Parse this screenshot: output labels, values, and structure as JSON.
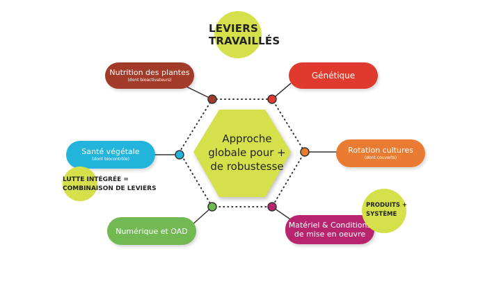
{
  "title": "LEVIERS\nTRAVAILLÉS",
  "center": "Approche\nglobale pour +\nde robustesse",
  "levers": {
    "nutrition": {
      "label": "Nutrition des plantes",
      "sub": "(dont bioactivateurs)",
      "color": "#a23b2a"
    },
    "genetique": {
      "label": "Génétique",
      "sub": "",
      "color": "#e03a2e"
    },
    "sante": {
      "label": "Santé végétale",
      "sub": "(dont biocontrôle)",
      "color": "#23b4dc"
    },
    "rotation": {
      "label": "Rotation cultures",
      "sub": "(dont couverts)",
      "color": "#e97c32"
    },
    "numerique": {
      "label": "Numérique et OAD",
      "sub": "",
      "color": "#72b954"
    },
    "materiel": {
      "label": "Matériel & Conditions\nde mise en oeuvre",
      "sub": "",
      "color": "#b8256e"
    }
  },
  "notes": {
    "lutte": "LUTTE INTÉGRÉE =\nCOMBINAISON DE LEVIERS",
    "produits": "PRODUITS +\nSYSTÈME"
  },
  "colors": {
    "hexagon": "#d6e04a",
    "dots": "#333333"
  }
}
